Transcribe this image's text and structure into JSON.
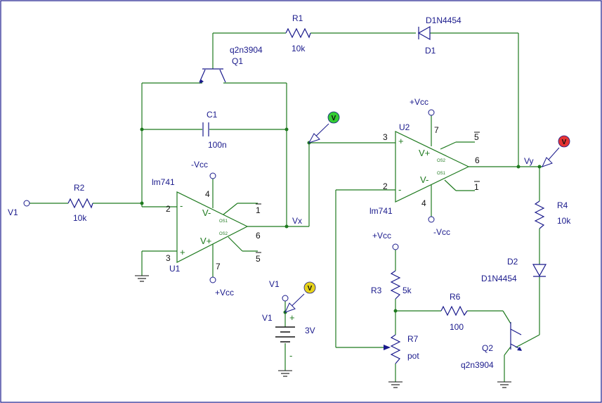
{
  "labels": {
    "r1": "R1",
    "r1_value": "10k",
    "d1": "D1N4454",
    "d1_ref": "D1",
    "q1_model": "q2n3904",
    "q1_ref": "Q1",
    "c1": "C1",
    "c1_value": "100n",
    "r2": "R2",
    "r2_value": "10k",
    "v1_input": "V1",
    "u1_model": "lm741",
    "u1_ref": "U1",
    "u1_supply_neg": "-Vcc",
    "u1_supply_pos": "+Vcc",
    "u2_model": "lm741",
    "u2_ref": "U2",
    "u2_supply_pos": "+Vcc",
    "u2_supply_neg": "-Vcc",
    "vx": "Vx",
    "vy": "Vy",
    "r4": "R4",
    "r4_value": "10k",
    "d2_ref": "D2",
    "d2_model": "D1N4454",
    "r3": "R3",
    "r3_value": "5k",
    "r3_supply": "+Vcc",
    "r6": "R6",
    "r6_value": "100",
    "r7": "R7",
    "r7_value": "pot",
    "q2_ref": "Q2",
    "q2_model": "q2n3904",
    "v1_source_top": "V1",
    "v1_source": "V1",
    "v1_source_value": "3V"
  },
  "pins": {
    "u1_inv": "2",
    "u1_noninv": "3",
    "u1_vneg": "4",
    "u1_vpos": "7",
    "u1_out": "6",
    "u1_os1": "1",
    "u1_os2": "5",
    "u2_noninv": "3",
    "u2_inv": "2",
    "u2_vpos": "7",
    "u2_vneg": "4",
    "u2_out": "6",
    "u2_os2": "5",
    "u2_os1": "1"
  },
  "opamp_text": {
    "vminus": "V-",
    "vplus": "V+",
    "os1": "OS1",
    "os2": "OS2",
    "minus": "-",
    "plus": "+"
  },
  "source_text": {
    "plus": "+",
    "minus": "-"
  },
  "markers": {
    "probe_v": "V",
    "colors": {
      "vx_probe": "#33cc33",
      "vy_probe": "#e53333",
      "v1_probe": "#e6d21a"
    }
  },
  "colors": {
    "wire": "#1f7a1f",
    "label": "#1a1a8c",
    "ground": "#111111"
  }
}
